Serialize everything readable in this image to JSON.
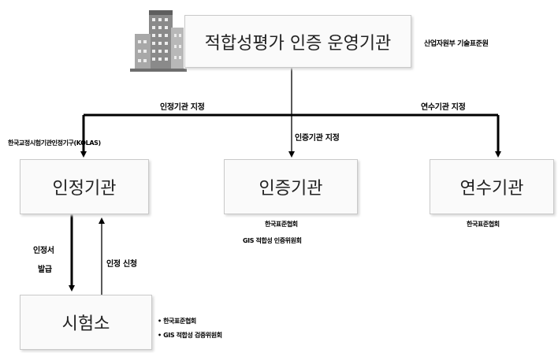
{
  "top": {
    "title": "적합성평가 인증 운영기관",
    "side_label": "산업자원부 기술표준원"
  },
  "edges": {
    "accreditation_designation": "인정기관 지정",
    "certification_designation": "인증기관 지정",
    "training_designation": "연수기관 지정",
    "accreditation_issue_line1": "인정서",
    "accreditation_issue_line2": "발급",
    "accreditation_apply": "인정 신청"
  },
  "nodes": {
    "accreditation_body": "인정기관",
    "certification_body": "인증기관",
    "training_body": "연수기관",
    "test_lab": "시험소"
  },
  "notes": {
    "accreditation_org": "한국교정시험기관인정기구(KOLAS)",
    "certification_org_1": "한국표준협회",
    "certification_org_2": "GIS 적합성 인증위원회",
    "training_org": "한국표준협회",
    "lab_org_1": "• 한국표준협회",
    "lab_org_2": "• GIS 적합성 검증위원회"
  }
}
